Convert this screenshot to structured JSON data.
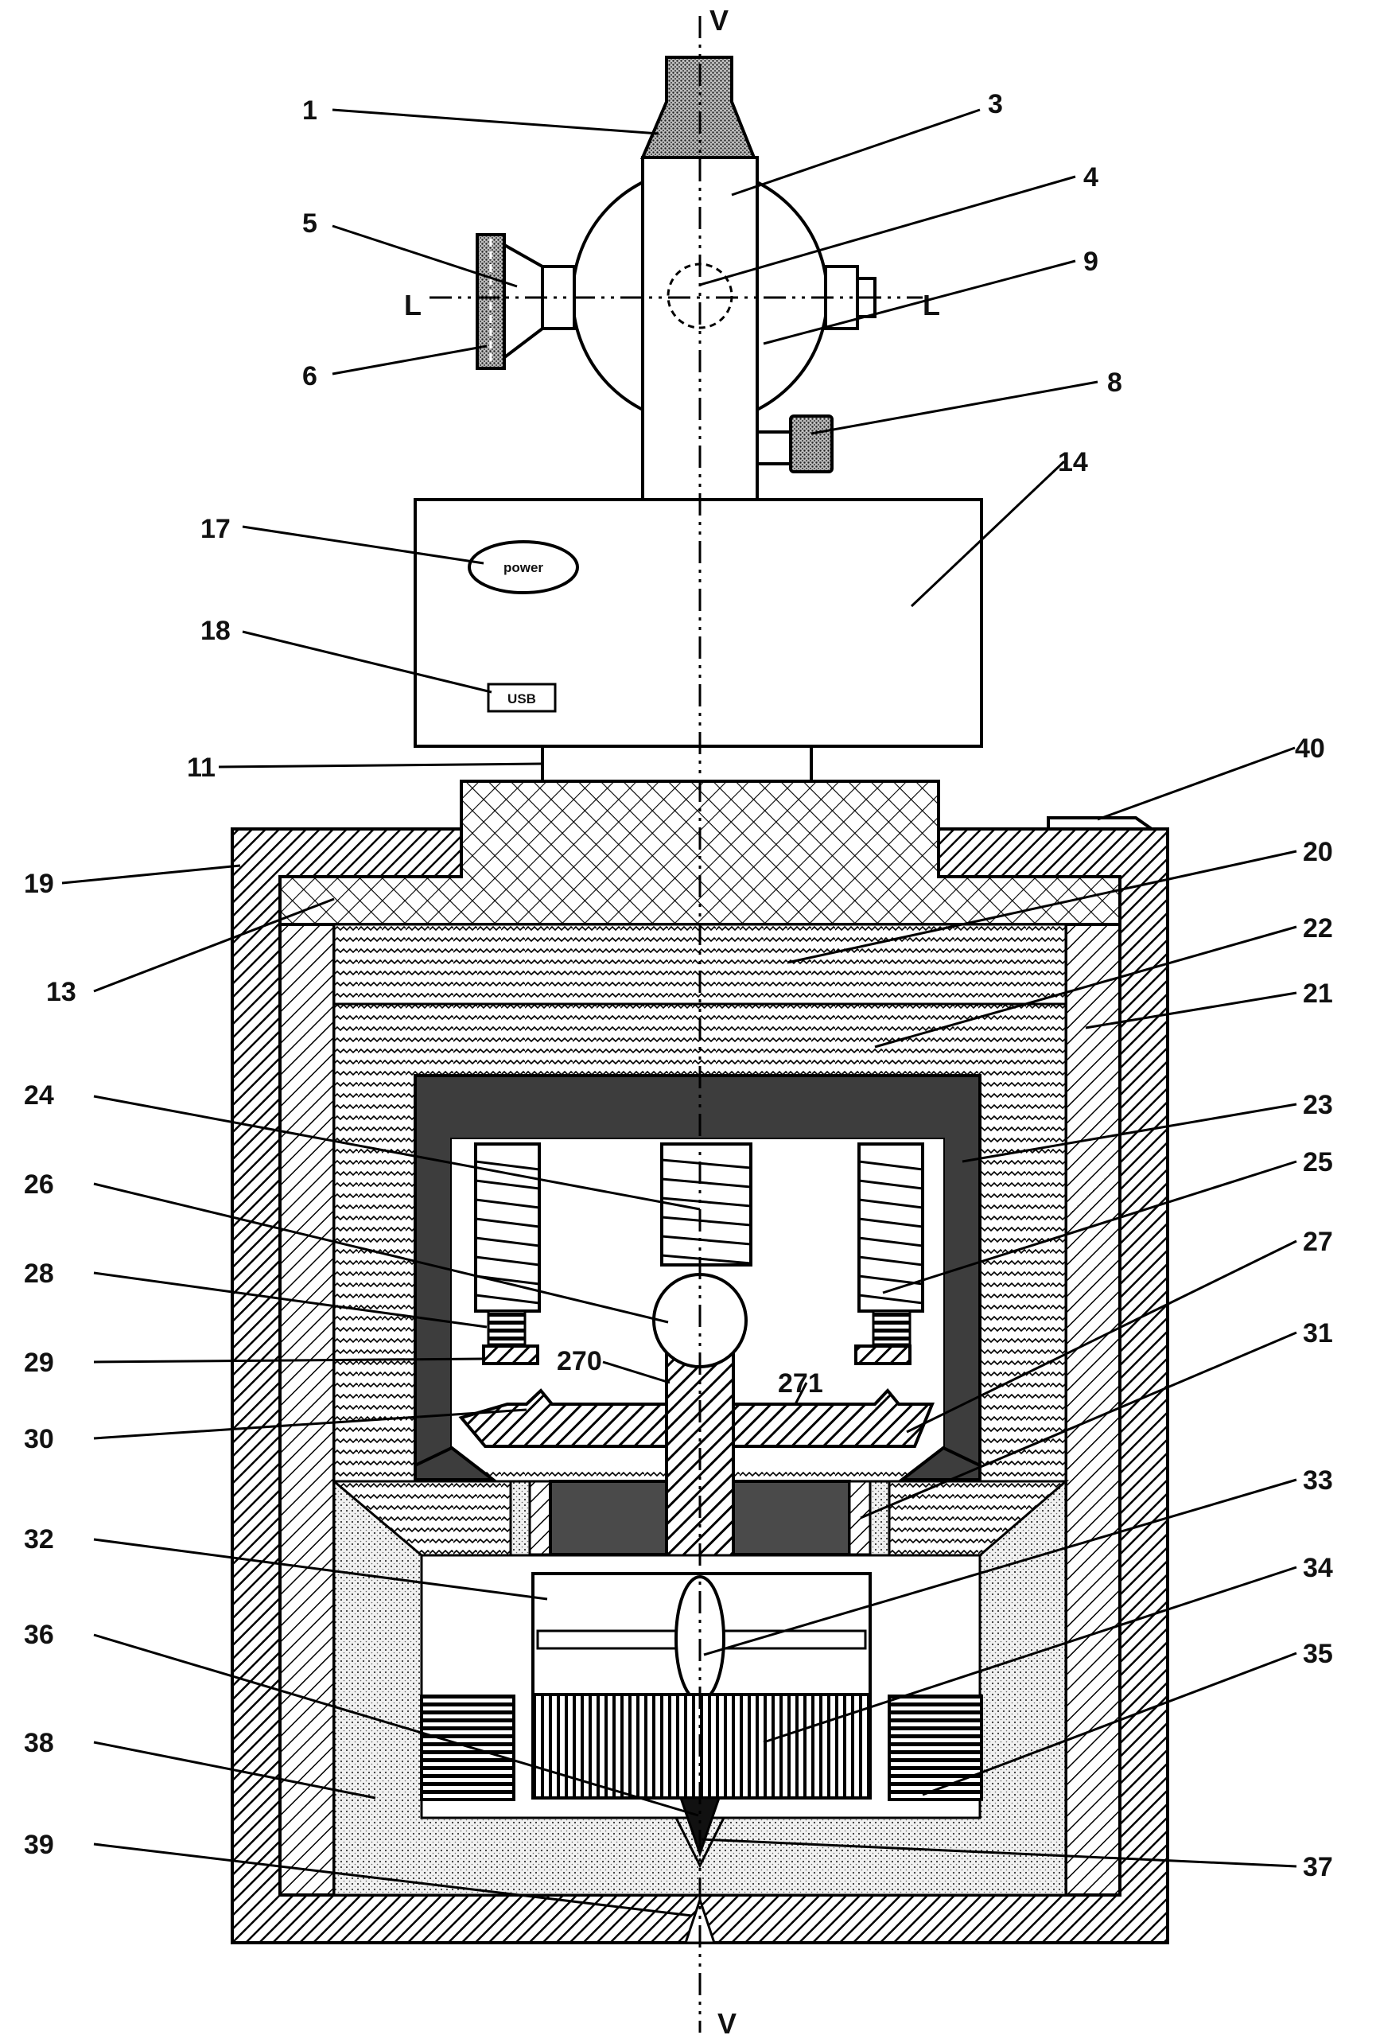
{
  "axes": {
    "vertical": "V",
    "horizontal": "L"
  },
  "text_on_parts": {
    "power": "power",
    "usb": "USB"
  },
  "labels": {
    "l1": "1",
    "l3": "3",
    "l4": "4",
    "l5": "5",
    "l6": "6",
    "l8": "8",
    "l9": "9",
    "l11": "11",
    "l13": "13",
    "l14": "14",
    "l17": "17",
    "l18": "18",
    "l19": "19",
    "l20": "20",
    "l21": "21",
    "l22": "22",
    "l23": "23",
    "l24": "24",
    "l25": "25",
    "l26": "26",
    "l27": "27",
    "l28": "28",
    "l29": "29",
    "l30": "30",
    "l31": "31",
    "l32": "32",
    "l33": "33",
    "l34": "34",
    "l35": "35",
    "l36": "36",
    "l37": "37",
    "l38": "38",
    "l39": "39",
    "l40": "40",
    "l270": "270",
    "l271": "271"
  }
}
